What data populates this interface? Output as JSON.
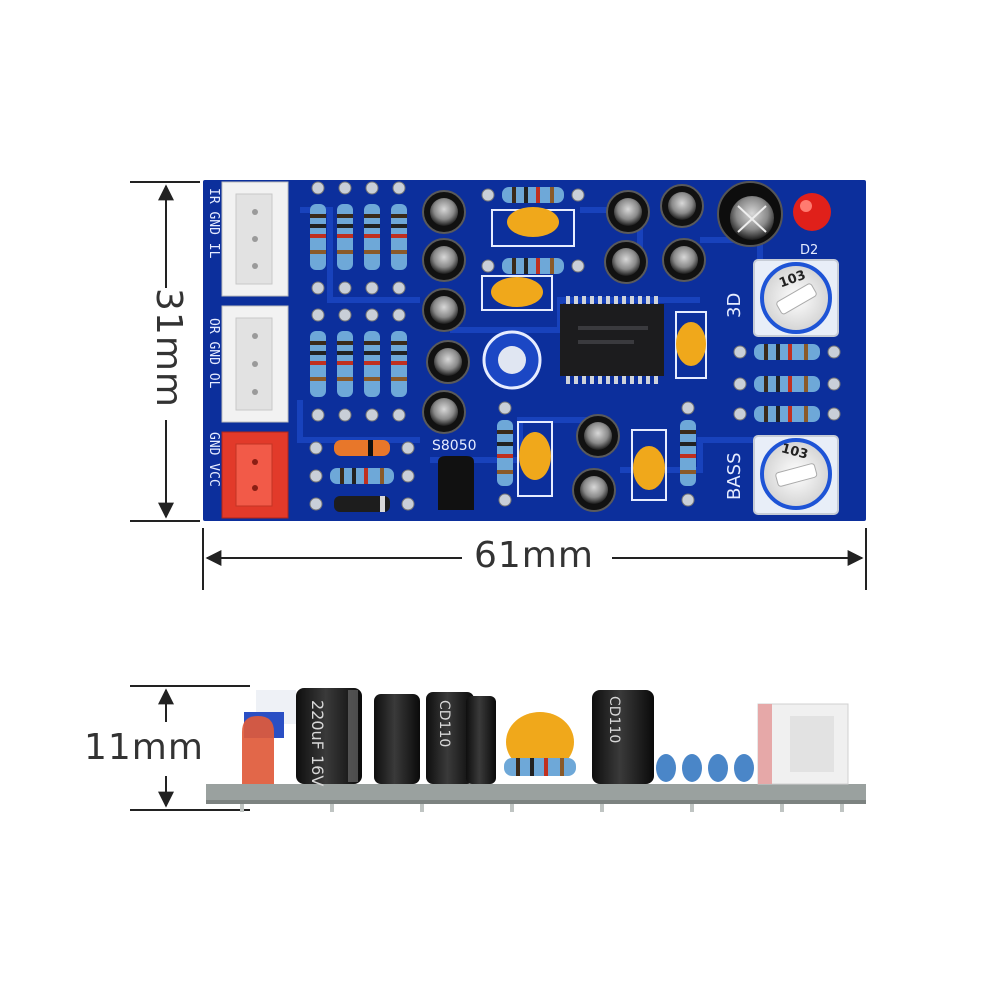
{
  "dimensions": {
    "width": "61mm",
    "height": "31mm",
    "depth": "11mm"
  },
  "silkscreen": {
    "connector_right_input": "IR GND IL",
    "connector_output": "OR GND OL",
    "connector_power": "GND VCC",
    "transistor": "S8050",
    "led": "D2",
    "pot_3d_label": "3D",
    "pot_bass_label": "BASS",
    "pot_code": "103"
  },
  "side_view": {
    "cap_large": "220uF 16V",
    "cap_marking": "CD110",
    "cap_marking_2": "CD110"
  },
  "colors": {
    "pcb_blue": "#0c2f9c",
    "pcb_side": "#9aa19f",
    "connector_white": "#f2f2f2",
    "connector_red": "#e23a2a",
    "ceramic_cap": "#f0a81b",
    "led_red": "#e0201a",
    "dimension_line": "#222222"
  }
}
